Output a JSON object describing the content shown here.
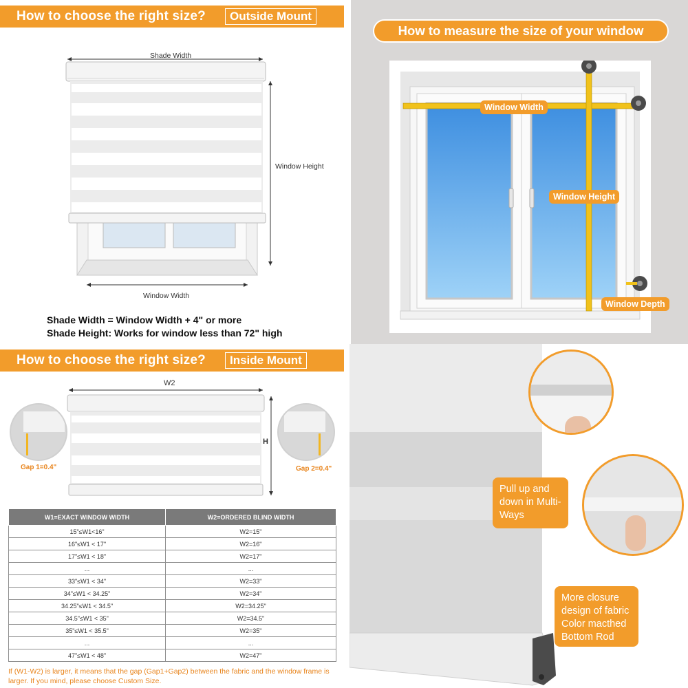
{
  "outside": {
    "title": "How to choose the right size?",
    "tag": "Outside Mount",
    "shade_width_label": "Shade Width",
    "window_height_label": "Window Height",
    "window_width_label": "Window Width",
    "line1": "Shade Width = Window Width + 4\" or more",
    "line2": "Shade Height: Works for window less than 72\" high"
  },
  "measure": {
    "title": "How to measure the size of your window",
    "width_label": "Window Width",
    "height_label": "Window Height",
    "depth_label": "Window Depth"
  },
  "inside": {
    "title": "How to choose the right size?",
    "tag": "Inside Mount",
    "w2_label": "W2",
    "h_label": "H",
    "gap1": "Gap 1=0.4\"",
    "gap2": "Gap 2=0.4\"",
    "table": {
      "headers": [
        "W1=EXACT WINDOW WIDTH",
        "W2=ORDERED BLIND WIDTH"
      ],
      "rows": [
        [
          "15\"≤W1<16\"",
          "W2=15\""
        ],
        [
          "16\"≤W1 < 17\"",
          "W2=16\""
        ],
        [
          "17\"≤W1 < 18\"",
          "W2=17\""
        ],
        [
          "...",
          "..."
        ],
        [
          "33\"≤W1 < 34\"",
          "W2=33\""
        ],
        [
          "34\"≤W1 < 34.25\"",
          "W2=34\""
        ],
        [
          "34.25\"≤W1 < 34.5\"",
          "W2=34.25\""
        ],
        [
          "34.5\"≤W1 < 35\"",
          "W2=34.5\""
        ],
        [
          "35\"≤W1 < 35.5\"",
          "W2=35\""
        ],
        [
          "...",
          "..."
        ],
        [
          "47\"≤W1 < 48\"",
          "W2=47\""
        ]
      ]
    },
    "note": "If (W1-W2) is larger, it means that the gap  (Gap1+Gap2) between the fabric and the window frame is larger. If you mind, please choose Custom Size."
  },
  "product": {
    "callout1": "Pull up and down in Multi-Ways",
    "callout2": "More closure design of fabric Color macthed Bottom Rod"
  },
  "colors": {
    "accent": "#f29c2b",
    "accent_text": "#e8841c"
  }
}
